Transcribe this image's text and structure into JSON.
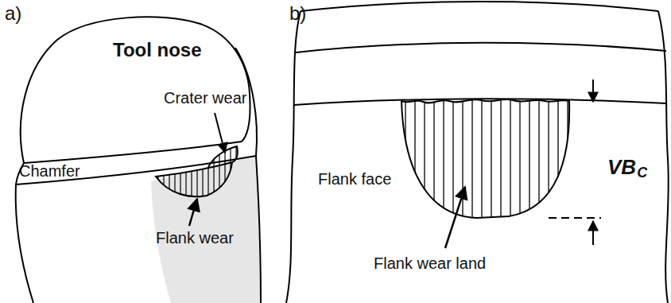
{
  "diagram": {
    "labels": [
      "a)",
      "b)",
      "Tool nose",
      "Crater wear",
      "Chamfer",
      "Flank wear",
      "Flank face",
      "Flank wear land",
      "VB",
      "C"
    ]
  }
}
